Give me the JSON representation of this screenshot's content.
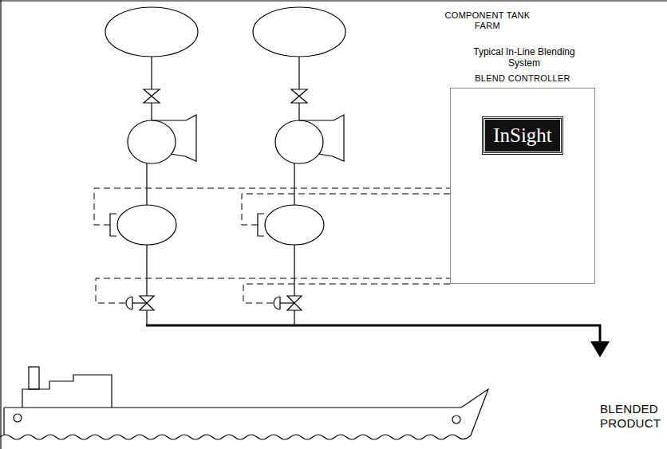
{
  "diagram": {
    "nodes": [
      {
        "text": [
          "BLEND CONTROLLER",
          "InSight"
        ]
      }
    ],
    "labels": [
      "COMPONENT TANK FARM",
      "Typical In-Line Blending System",
      "BLENDED PRODUCT"
    ]
  }
}
